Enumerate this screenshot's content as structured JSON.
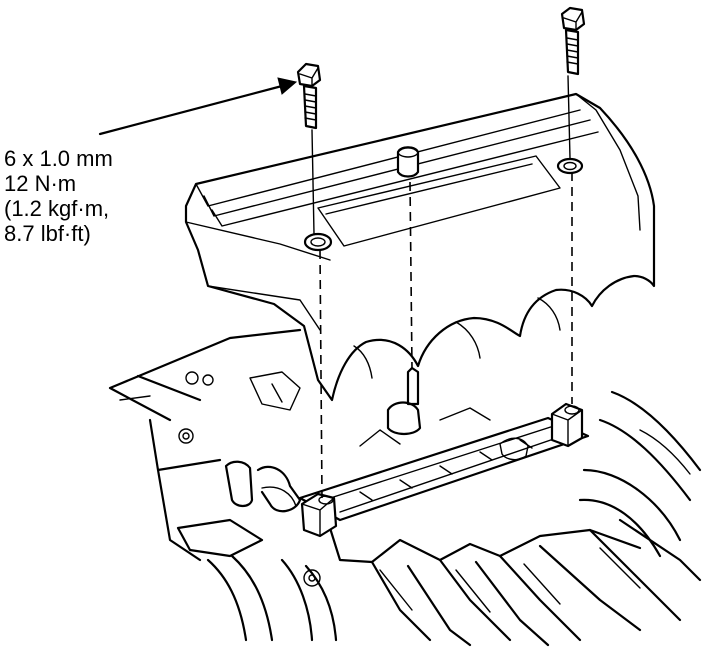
{
  "callout": {
    "lines": [
      "6 x 1.0 mm",
      "12 N·m",
      "(1.2 kgf·m,",
      "8.7 lbf·ft)"
    ]
  }
}
